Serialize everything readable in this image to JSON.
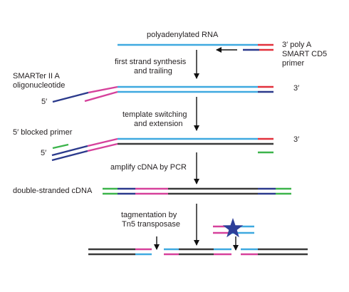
{
  "labels": {
    "polyadenylated_rna": "polyadenylated RNA",
    "polyA_primer_line1": "3′ poly A",
    "polyA_primer_line2": "SMART CD5",
    "polyA_primer_line3": "primer",
    "step1_line1": "first strand synthesis",
    "step1_line2": "and trailing",
    "smarter_line1": "SMARTer II A",
    "smarter_line2": "oligonucleotide",
    "five_prime": "5′",
    "three_prime": "3′",
    "step2_line1": "template switching",
    "step2_line2": "and extension",
    "blocked_primer": "5′ blocked primer",
    "step3": "amplify cDNA by PCR",
    "ds_cdna": "double-stranded cDNA",
    "step4_line1": "tagmentation by",
    "step4_line2": "Tn5 transposase"
  },
  "colors": {
    "rna_light_blue": "#3fa9e0",
    "dark_blue": "#2b3a8c",
    "poly_a_red": "#e2313c",
    "template_pink": "#d6419b",
    "primer_green": "#3cb44b",
    "cdna_dark_gray": "#3a3a3a",
    "tn5_star_blue": "#2e3f99",
    "arrow_black": "#111111"
  },
  "icons": {
    "flow_arrow": "down-arrow",
    "primer_pointer": "left-arrow",
    "cut_site": "small-down-arrow",
    "transposase": "star"
  }
}
